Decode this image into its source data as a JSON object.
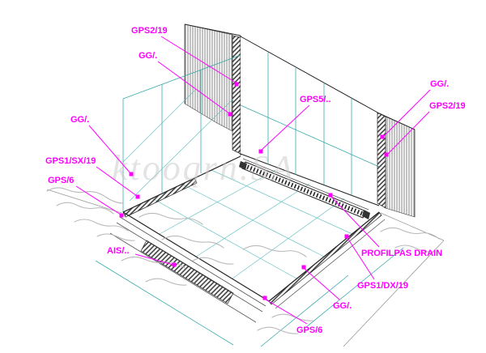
{
  "diagram": {
    "watermark": "ktooqrn.SA",
    "colors": {
      "label_color": "#ff00ff",
      "glass_line_color": "#2fa6a6",
      "outline_color": "#222222",
      "shading_color": "#b9b9b9"
    },
    "labels": [
      {
        "id": "gps2-19-left",
        "text": "GPS2/19"
      },
      {
        "id": "gg-top-left",
        "text": "GG/."
      },
      {
        "id": "gps5",
        "text": "GPS5/.."
      },
      {
        "id": "gg-right",
        "text": "GG/."
      },
      {
        "id": "gps2-19-right",
        "text": "GPS2/19"
      },
      {
        "id": "gg-left",
        "text": "GG/."
      },
      {
        "id": "gps1-sx-19",
        "text": "GPS1/SX/19"
      },
      {
        "id": "gps6-left",
        "text": "GPS/6"
      },
      {
        "id": "ais",
        "text": "AIS/.."
      },
      {
        "id": "profilpas-drain",
        "text": "PROFILPAS DRAIN"
      },
      {
        "id": "gps1-dx-19",
        "text": "GPS1/DX/19"
      },
      {
        "id": "gg-bottom",
        "text": "GG/."
      },
      {
        "id": "gps6-bottom",
        "text": "GPS/6"
      }
    ]
  }
}
